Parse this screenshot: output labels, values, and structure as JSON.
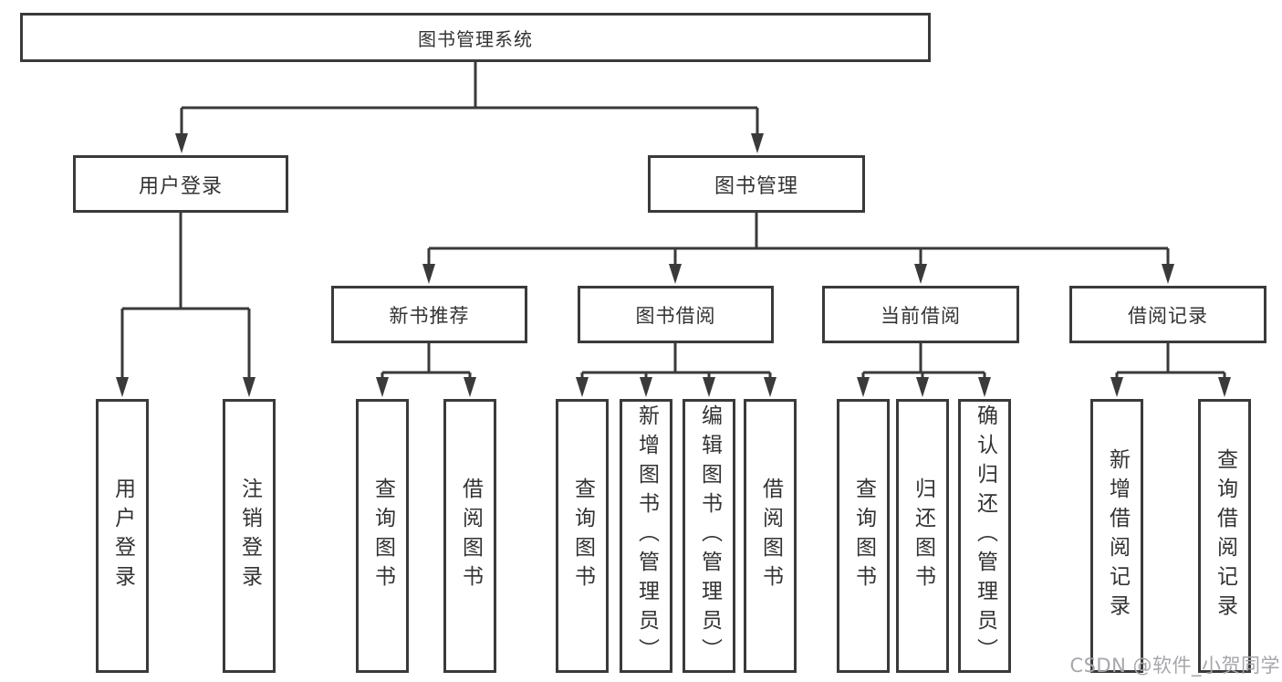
{
  "diagram": {
    "root": "图书管理系统",
    "level2": [
      {
        "label": "用户登录"
      },
      {
        "label": "图书管理"
      }
    ],
    "level3": [
      {
        "label": "新书推荐"
      },
      {
        "label": "图书借阅"
      },
      {
        "label": "当前借阅"
      },
      {
        "label": "借阅记录"
      }
    ],
    "leaves": [
      {
        "label": "用户登录"
      },
      {
        "label": "注销登录"
      },
      {
        "label": "查询图书"
      },
      {
        "label": "借阅图书"
      },
      {
        "label": "查询图书"
      },
      {
        "label": "新增图书（管理员）"
      },
      {
        "label": "编辑图书（管理员）"
      },
      {
        "label": "借阅图书"
      },
      {
        "label": "查询图书"
      },
      {
        "label": "归还图书"
      },
      {
        "label": "确认归还（管理员）"
      },
      {
        "label": "新增借阅记录"
      },
      {
        "label": "查询借阅记录"
      }
    ]
  },
  "watermark": "CSDN @软件_小贺同学",
  "colors": {
    "line": "#3a3a3a",
    "text": "#333333",
    "watermark": "#a6a6ab",
    "background": "#ffffff"
  }
}
